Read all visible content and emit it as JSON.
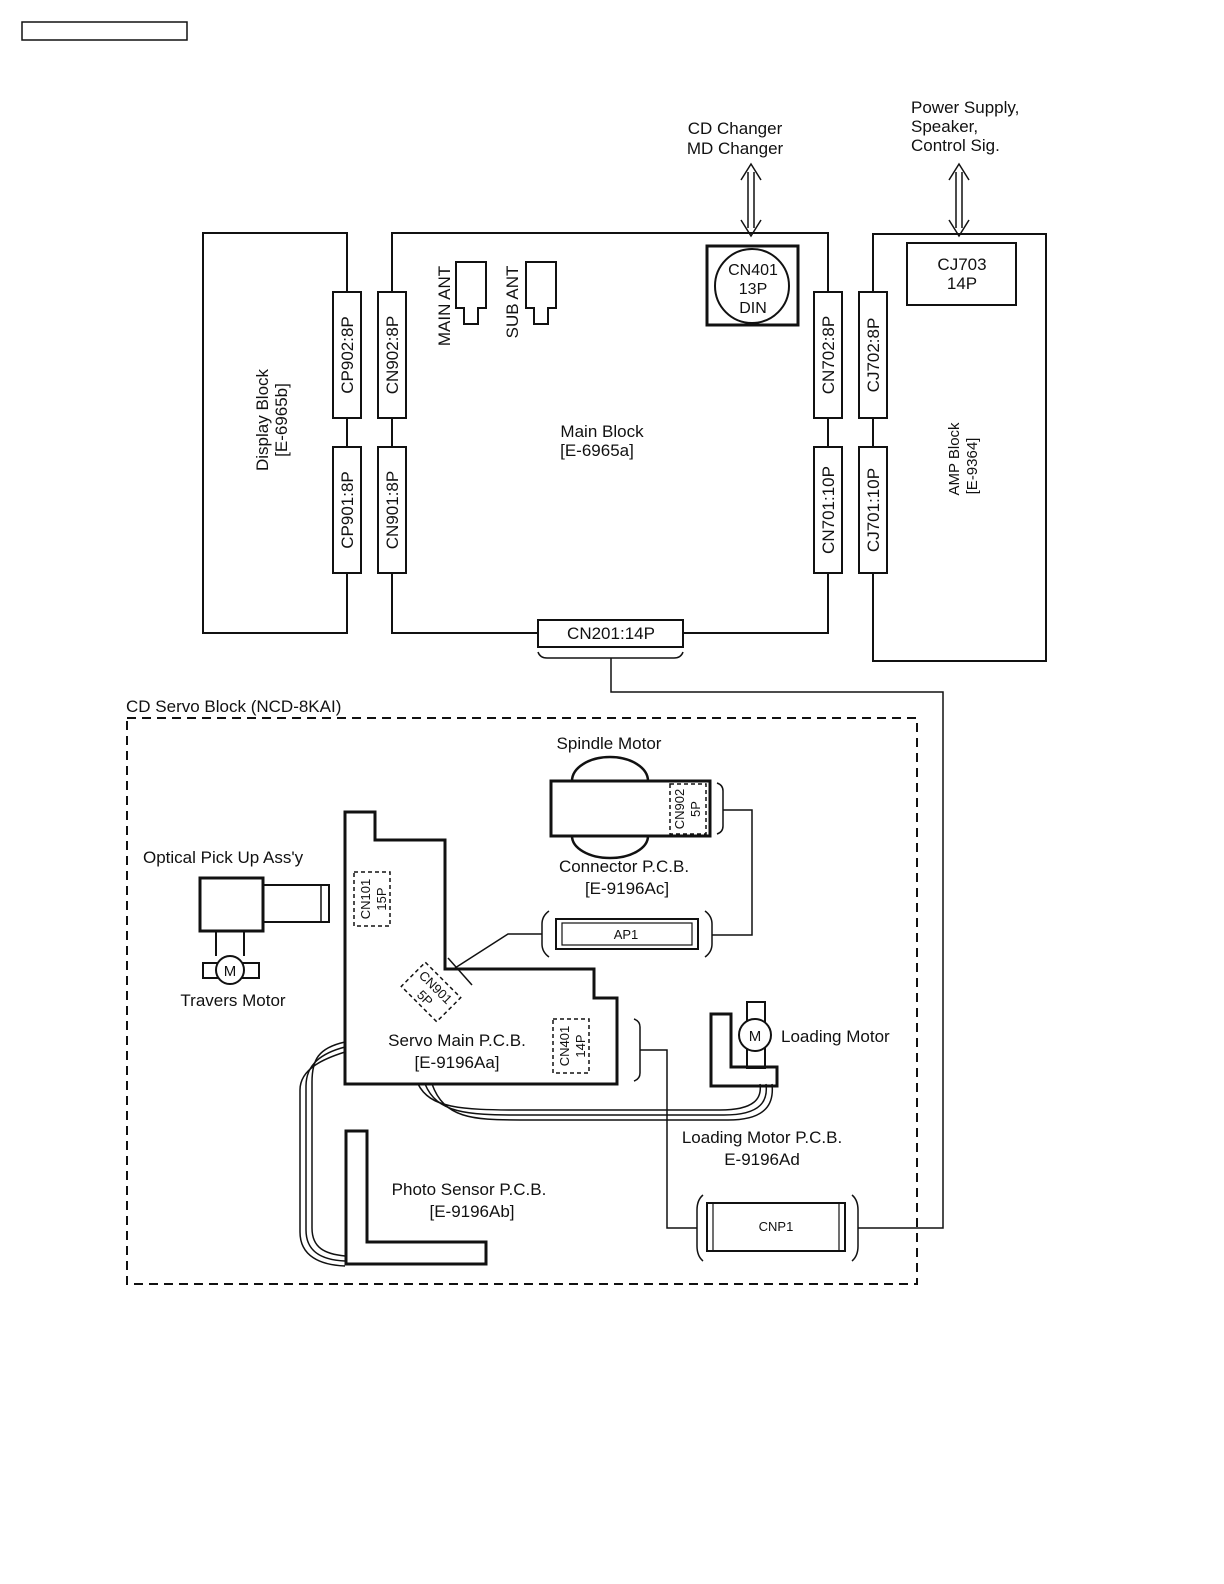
{
  "colors": {
    "ink": "#111111",
    "paper": "#ffffff"
  },
  "external": {
    "cd_changer": "CD Changer",
    "md_changer": "MD Changer",
    "power_supply": "Power Supply,",
    "speaker": "Speaker,",
    "control_sig": "Control Sig."
  },
  "display_block": {
    "name": "Display Block",
    "code": "[E-6965b]",
    "cp902": "CP902:8P",
    "cp901": "CP901:8P"
  },
  "main_block": {
    "name": "Main Block",
    "code": "[E-6965a]",
    "cn902": "CN902:8P",
    "cn901": "CN901:8P",
    "cn702": "CN702:8P",
    "cn701": "CN701:10P",
    "cn201": "CN201:14P",
    "main_ant": "MAIN ANT",
    "sub_ant": "SUB ANT",
    "cn401_line1": "CN401",
    "cn401_line2": "13P",
    "cn401_line3": "DIN"
  },
  "amp_block": {
    "name": "AMP Block",
    "code": "[E-9364]",
    "cj702": "CJ702:8P",
    "cj701": "CJ701:10P",
    "cj703_line1": "CJ703",
    "cj703_line2": "14P"
  },
  "cd_servo": {
    "title": "CD Servo Block (NCD-8KAI)",
    "spindle_motor": "Spindle Motor",
    "cn902_a": "CN902",
    "cn902_b": "5P",
    "connector_pcb": "Connector P.C.B.",
    "connector_code": "[E-9196Ac]",
    "optical_pickup": "Optical Pick Up Ass'y",
    "travers_motor": "Travers Motor",
    "motor_symbol": "M",
    "cn101_a": "CN101",
    "cn101_b": "15P",
    "ap1": "AP1",
    "cn901_a": "CN901",
    "cn901_b": "5P",
    "servo_main": "Servo Main P.C.B.",
    "servo_code": "[E-9196Aa]",
    "cn401_a": "CN401",
    "cn401_b": "14P",
    "loading_motor": "Loading Motor",
    "loading_pcb": "Loading Motor P.C.B.",
    "loading_code": "E-9196Ad",
    "photo_sensor": "Photo Sensor P.C.B.",
    "photo_code": "[E-9196Ab]",
    "cnp1": "CNP1"
  }
}
